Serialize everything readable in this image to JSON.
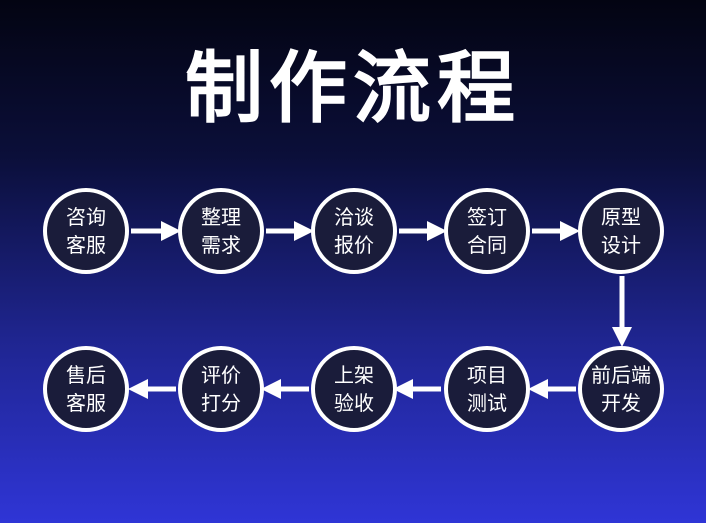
{
  "title": "制作流程",
  "colors": {
    "node_fill": "#1a1c3a",
    "node_border": "#ffffff",
    "arrow": "#ffffff",
    "text": "#ffffff"
  },
  "steps": [
    {
      "line1": "咨询",
      "line2": "客服"
    },
    {
      "line1": "整理",
      "line2": "需求"
    },
    {
      "line1": "洽谈",
      "line2": "报价"
    },
    {
      "line1": "签订",
      "line2": "合同"
    },
    {
      "line1": "原型",
      "line2": "设计"
    },
    {
      "line1": "前后端",
      "line2": "开发"
    },
    {
      "line1": "项目",
      "line2": "测试"
    },
    {
      "line1": "上架",
      "line2": "验收"
    },
    {
      "line1": "评价",
      "line2": "打分"
    },
    {
      "line1": "售后",
      "line2": "客服"
    }
  ]
}
